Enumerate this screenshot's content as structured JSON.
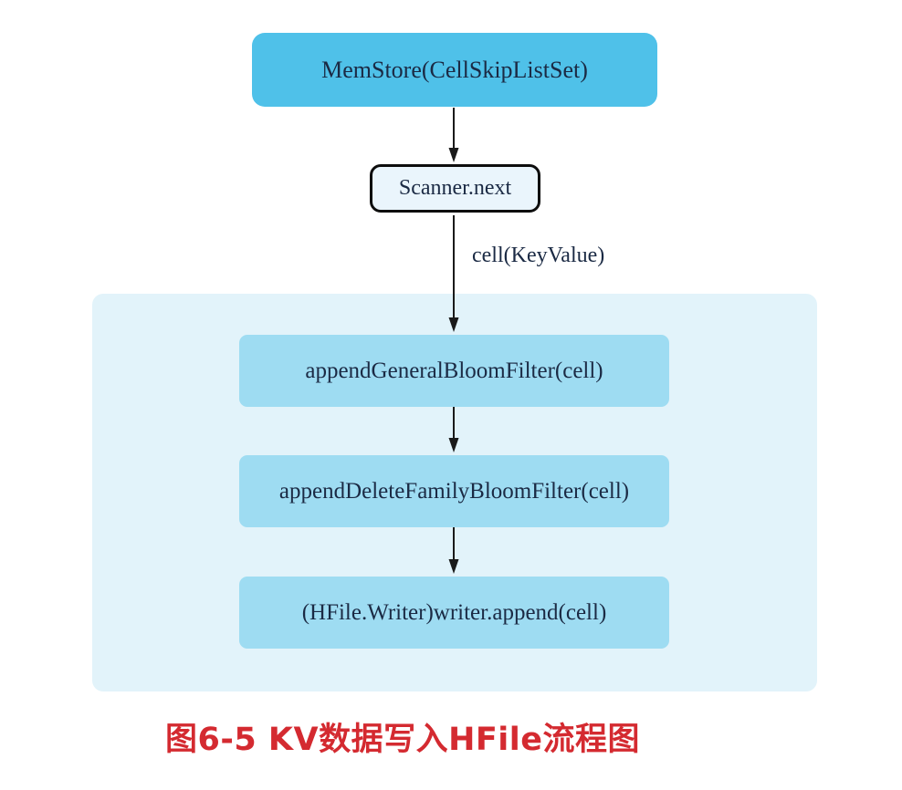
{
  "diagram": {
    "title_semantic": "KV data write path into HFile flowchart",
    "nodes": {
      "memstore": {
        "label": "MemStore(CellSkipListSet)"
      },
      "scanner_next": {
        "label": "Scanner.next"
      },
      "append_general_bloom_filter": {
        "label": "appendGeneralBloomFilter(cell)"
      },
      "append_delete_family_bloom_filter": {
        "label": "appendDeleteFamilyBloomFilter(cell)"
      },
      "writer_append": {
        "label": "(HFile.Writer)writer.append(cell)"
      }
    },
    "edges": {
      "scanner_to_group_label": "cell(KeyValue)"
    },
    "colors": {
      "memstore_fill": "#4fc1e9",
      "inner_box_fill": "#9edcf2",
      "group_panel_fill": "#e2f3fa",
      "scanner_fill": "#eaf5fc",
      "scanner_border": "#0d0d0d",
      "text": "#1b2a44",
      "arrow": "#1a1a1a",
      "caption": "#d42a30"
    },
    "caption": "图6-5 KV数据写入HFile流程图"
  }
}
